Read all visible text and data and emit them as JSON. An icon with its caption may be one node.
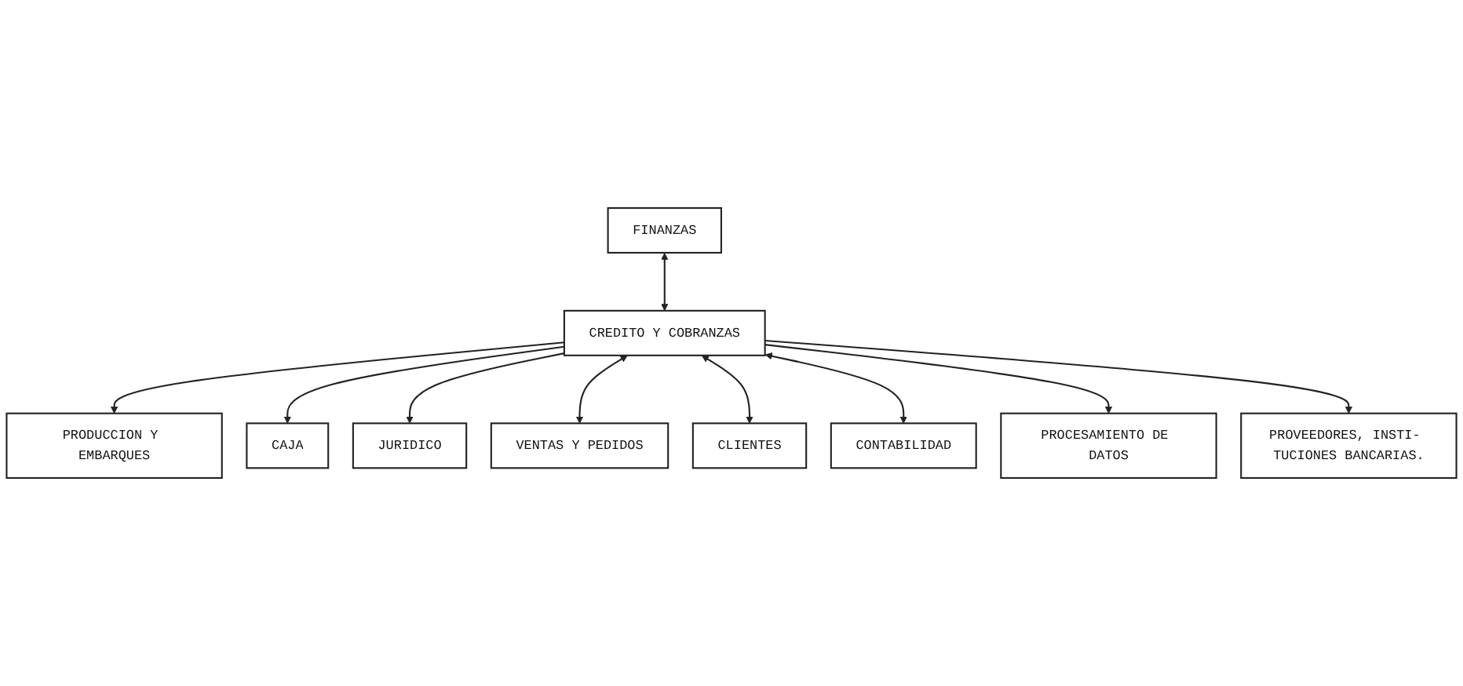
{
  "diagram": {
    "nodes": [
      {
        "text": [
          "FINANZAS"
        ]
      },
      {
        "text": [
          "VENTAS Y PEDIDOS"
        ]
      },
      {
        "text": [
          "PRODUCCION Y EMBARQUES"
        ]
      },
      {
        "text": [
          "CLIENTES"
        ]
      },
      {
        "text": [
          "CREDITO Y COBRANZAS"
        ]
      },
      {
        "text": [
          "CAJA"
        ]
      },
      {
        "text": [
          "CONTABILIDAD"
        ]
      },
      {
        "text": [
          "JURIDICO"
        ]
      },
      {
        "text": [
          "PROVEEDORES, INSTI- TUCIONES BANCARIAS."
        ]
      },
      {
        "text": [
          "PROCESAMIENTO DE DATOS"
        ]
      }
    ],
    "edges": [
      {
        "from": 0,
        "to": 4,
        "arrow": "both"
      },
      {
        "from": 4,
        "to": 2,
        "arrow": "to"
      },
      {
        "from": 4,
        "to": 5,
        "arrow": "to"
      },
      {
        "from": 4,
        "to": 7,
        "arrow": "to"
      },
      {
        "from": 4,
        "to": 1,
        "arrow": "both"
      },
      {
        "from": 4,
        "to": 3,
        "arrow": "both"
      },
      {
        "from": 4,
        "to": 6,
        "arrow": "both"
      },
      {
        "from": 4,
        "to": 9,
        "arrow": "to"
      },
      {
        "from": 4,
        "to": 8,
        "arrow": "to"
      }
    ]
  }
}
